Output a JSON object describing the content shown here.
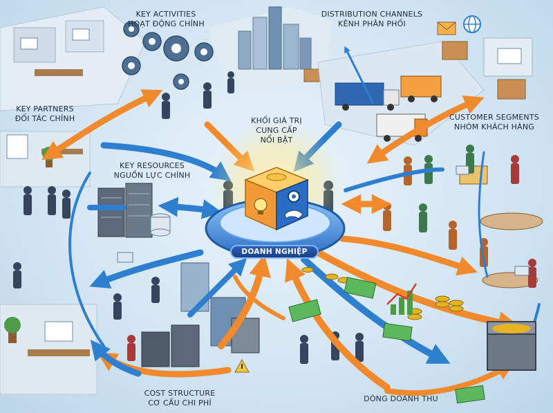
{
  "sections": {
    "key_activities": {
      "en": "KEY ACTIVITIES",
      "vi": "HOẠT ĐỘNG CHÍNH"
    },
    "distribution_channels": {
      "en": "DISTRIBUTION CHANNELS",
      "vi": "KÊNH PHÂN PHỐI"
    },
    "key_partners": {
      "en": "KEY PARTNERS",
      "vi": "ĐỐI TÁC CHÍNH"
    },
    "value_proposition": {
      "line1": "KHỐI GIÁ TRỊ",
      "line2": "CUNG CẤP",
      "line3": "NỔI BẬT"
    },
    "customer_segments": {
      "en": "CUSTOMER SEGMENTS",
      "vi": "NHÓM KHÁCH HÀNG"
    },
    "key_resources": {
      "en": "KEY RESOURCES",
      "vi": "NGUỒN LỰC CHÍNH"
    },
    "cost_structure": {
      "en": "COST STRUCTURE",
      "vi": "CƠ CẤU CHI PHÍ"
    },
    "revenue_streams": {
      "vi": "DÒNG DOANH THU"
    }
  },
  "core": {
    "label": "DOANH NGHIỆP"
  },
  "colors": {
    "blue_arrow": "#2f7fd1",
    "orange_arrow": "#f08a2c",
    "core_ring": "#3d8fe0",
    "cube_orange": "#f29a36",
    "cube_blue": "#2b6cc4",
    "money_green": "#5cb85c",
    "coin_gold": "#e6b422"
  },
  "icons": [
    "gear-icon",
    "city-skyline-icon",
    "truck-icon",
    "globe-icon",
    "mail-icon",
    "server-rack-icon",
    "database-icon",
    "lightbulb-icon",
    "handshake-icon",
    "coin-stack-icon",
    "banknote-icon",
    "growth-chart-icon",
    "treasure-chest-icon",
    "warning-icon",
    "people-icon",
    "laptop-icon",
    "plant-icon"
  ]
}
